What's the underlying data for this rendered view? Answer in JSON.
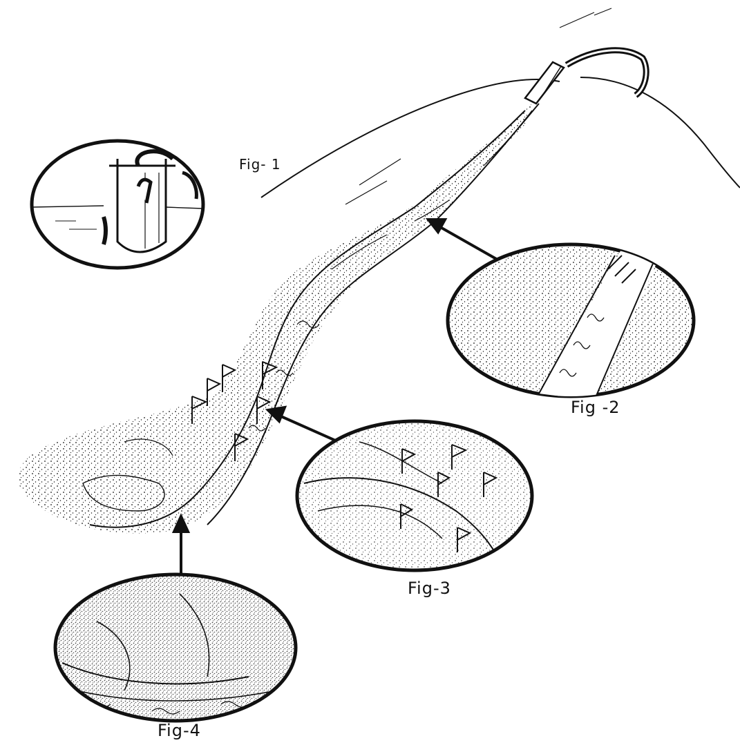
{
  "figures": [
    {
      "id": "fig1",
      "label": "Fig- 1"
    },
    {
      "id": "fig2",
      "label": "Fig -2"
    },
    {
      "id": "fig3",
      "label": "Fig-3"
    },
    {
      "id": "fig4",
      "label": "Fig-4"
    }
  ],
  "colors": {
    "ink": "#111111",
    "paper": "#ffffff"
  }
}
